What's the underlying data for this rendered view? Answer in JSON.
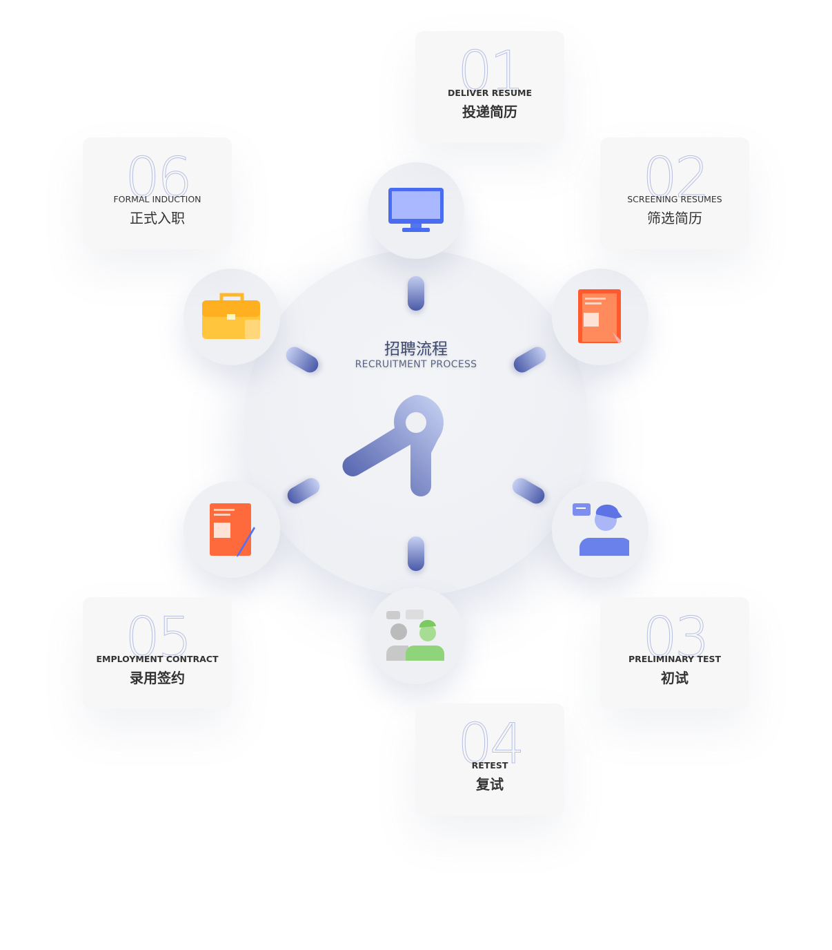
{
  "center": {
    "title_cn": "招聘流程",
    "title_en": "RECRUITMENT PROCESS"
  },
  "steps": [
    {
      "num": "01",
      "en": "DELIVER RESUME",
      "cn": "投递简历",
      "icon": "monitor-icon"
    },
    {
      "num": "02",
      "en": "SCREENING RESUMES",
      "cn": "筛选简历",
      "icon": "document-cursor-icon"
    },
    {
      "num": "03",
      "en": "PRELIMINARY TEST",
      "cn": "初试",
      "icon": "chat-person-icon"
    },
    {
      "num": "04",
      "en": "RETEST",
      "cn": "复试",
      "icon": "interview-people-icon"
    },
    {
      "num": "05",
      "en": "EMPLOYMENT CONTRACT",
      "cn": "录用签约",
      "icon": "contract-pen-icon"
    },
    {
      "num": "06",
      "en": "FORMAL INDUCTION",
      "cn": "正式入职",
      "icon": "briefcase-icon"
    }
  ],
  "colors": {
    "accent": "#4a5aa8",
    "orange": "#ff6a3d",
    "yellow": "#ffc53d",
    "green": "#8fd47a"
  }
}
